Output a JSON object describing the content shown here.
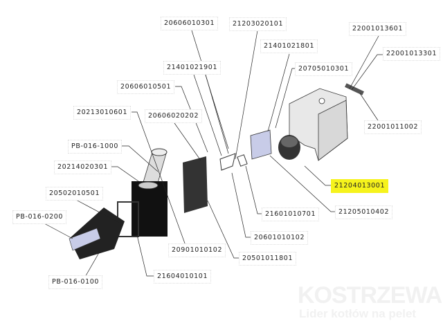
{
  "parts": {
    "p20606010301": "20606010301",
    "p21203020101": "21203020101",
    "p22001013601": "22001013601",
    "p21401021801": "21401021801",
    "p22001013301": "22001013301",
    "p20705010301": "20705010301",
    "p21401021901": "21401021901",
    "p20606010501": "20606010501",
    "p20213010601": "20213010601",
    "p20606020202": "20606020202",
    "p22001011002": "22001011002",
    "pPB0161000": "PB-016-1000",
    "p20214020301": "20214020301",
    "p21204013001": "21204013001",
    "p20502010501": "20502010501",
    "pPB0160200": "PB-016-0200",
    "p21601010701": "21601010701",
    "p21205010402": "21205010402",
    "p20601010102": "20601010102",
    "p20901010102": "20901010102",
    "p20501011801": "20501011801",
    "pPB0160100": "PB-016-0100",
    "p21604010101": "21604010101"
  },
  "highlight_color": "#f6f31c",
  "watermark": {
    "brand": "KOSTRZEWA",
    "tagline": "Lider kotłów na pelet"
  }
}
